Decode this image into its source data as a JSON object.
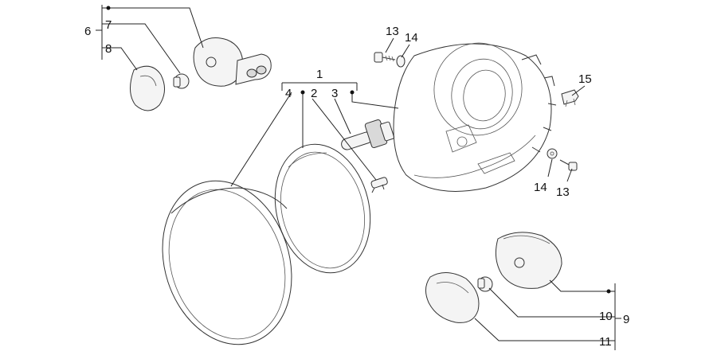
{
  "diagram": {
    "labels": {
      "l1": "1",
      "l2": "2",
      "l3": "3",
      "l4": "4",
      "l6": "6",
      "l7": "7",
      "l8": "8",
      "l9": "9",
      "l10": "10",
      "l11": "11",
      "l13a": "13",
      "l13b": "13",
      "l14a": "14",
      "l14b": "14",
      "l15": "15"
    },
    "colors": {
      "line": "#222222",
      "part_fill": "#f4f4f4",
      "background": "#ffffff"
    }
  }
}
